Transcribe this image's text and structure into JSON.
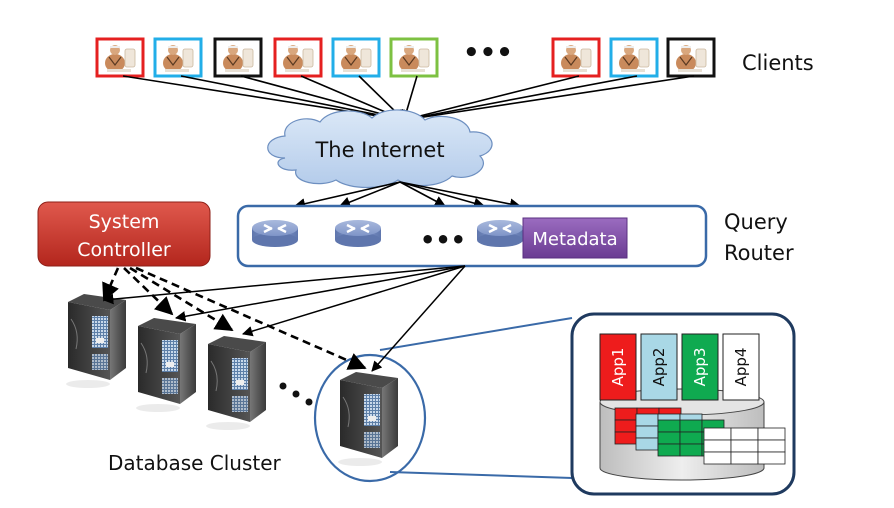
{
  "clients": {
    "label": "Clients",
    "ellipsis": "•••",
    "frame_colors": [
      "#e52020",
      "#22aee8",
      "#111111",
      "#e52020",
      "#22aee8",
      "#7dc142",
      "#e52020",
      "#22aee8",
      "#111111"
    ]
  },
  "internet": {
    "label": "The Internet",
    "fill": "#c5d9f1"
  },
  "system_controller": {
    "line1": "System",
    "line2": "Controller",
    "fill": "#c0392b"
  },
  "query_router": {
    "line1": "Query",
    "line2": "Router",
    "ellipsis": "•••",
    "metadata_label": "Metadata",
    "metadata_fill": "#7a4aa0",
    "router_count": 3
  },
  "database_cluster": {
    "label": "Database Cluster",
    "ellipsis": "•••"
  },
  "detail": {
    "apps": [
      {
        "label": "App1",
        "fill": "#ee1c1c",
        "text": "#ffffff"
      },
      {
        "label": "App2",
        "fill": "#a9d8e6",
        "text": "#111111"
      },
      {
        "label": "App3",
        "fill": "#0faa50",
        "text": "#ffffff"
      },
      {
        "label": "App4",
        "fill": "#ffffff",
        "text": "#111111"
      }
    ]
  },
  "colors": {
    "accent_blue": "#3a6aa8",
    "dark_frame": "#1f3a5f"
  }
}
